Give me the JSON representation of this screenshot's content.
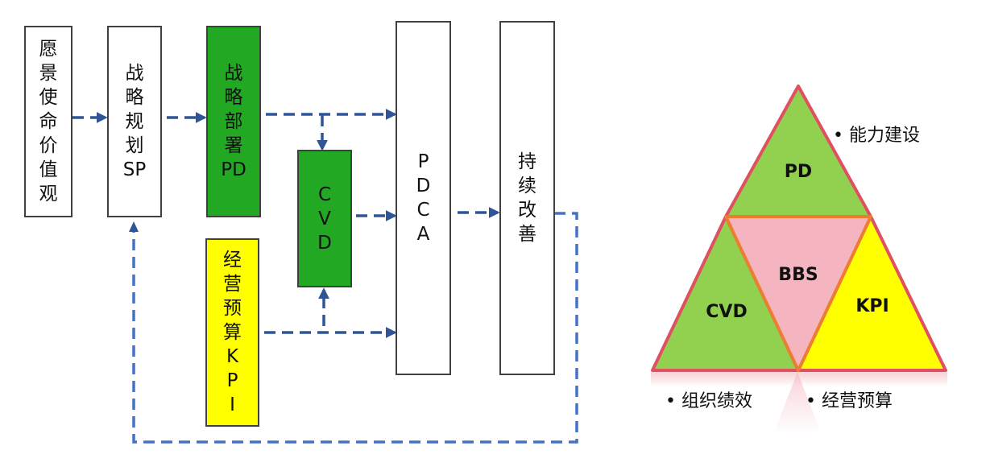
{
  "flowchart": {
    "boxes": [
      {
        "id": "vision",
        "text": "愿\n景\n使\n命\n价\n值\n观",
        "fill": "#ffffff"
      },
      {
        "id": "sp",
        "text": "战\n略\n规\n划\nSP",
        "fill": "#ffffff"
      },
      {
        "id": "pd",
        "text": "战\n略\n部\n署\nPD",
        "fill": "#22a822"
      },
      {
        "id": "cvd",
        "text": "C\nV\nD",
        "fill": "#22a822"
      },
      {
        "id": "budget",
        "text": "经\n营\n预\n算\nK\nP\nI",
        "fill": "#ffff00"
      },
      {
        "id": "pdca",
        "text": "P\nD\nC\nA",
        "fill": "#ffffff"
      },
      {
        "id": "improve",
        "text": "持\n续\n改\n善",
        "fill": "#ffffff"
      }
    ],
    "connectors": [
      {
        "from": "vision",
        "to": "sp"
      },
      {
        "from": "sp",
        "to": "pd"
      },
      {
        "from": "pd",
        "to": "pdca"
      },
      {
        "from": "pd",
        "to": "cvd"
      },
      {
        "from": "cvd",
        "to": "pdca"
      },
      {
        "from": "budget",
        "to": "pdca"
      },
      {
        "from": "budget",
        "to": "cvd"
      },
      {
        "from": "pdca",
        "to": "improve"
      },
      {
        "from": "improve",
        "to": "sp",
        "style": "feedback-loop"
      }
    ],
    "arrow_color": "#2f5597",
    "loop_color": "#4472c4"
  },
  "triangle": {
    "segments": [
      {
        "id": "pd",
        "label": "PD",
        "fill": "#92d050"
      },
      {
        "id": "bbs",
        "label": "BBS",
        "fill": "#f4b5c0"
      },
      {
        "id": "cvd",
        "label": "CVD",
        "fill": "#92d050"
      },
      {
        "id": "kpi",
        "label": "KPI",
        "fill": "#ffff00"
      }
    ],
    "outer_stroke": "#e05060",
    "inner_stroke": "#ed7d31",
    "annotations": [
      {
        "id": "capability",
        "text": "• 能力建设"
      },
      {
        "id": "org-performance",
        "text": "• 组织绩效"
      },
      {
        "id": "budget",
        "text": "• 经营预算"
      }
    ]
  }
}
